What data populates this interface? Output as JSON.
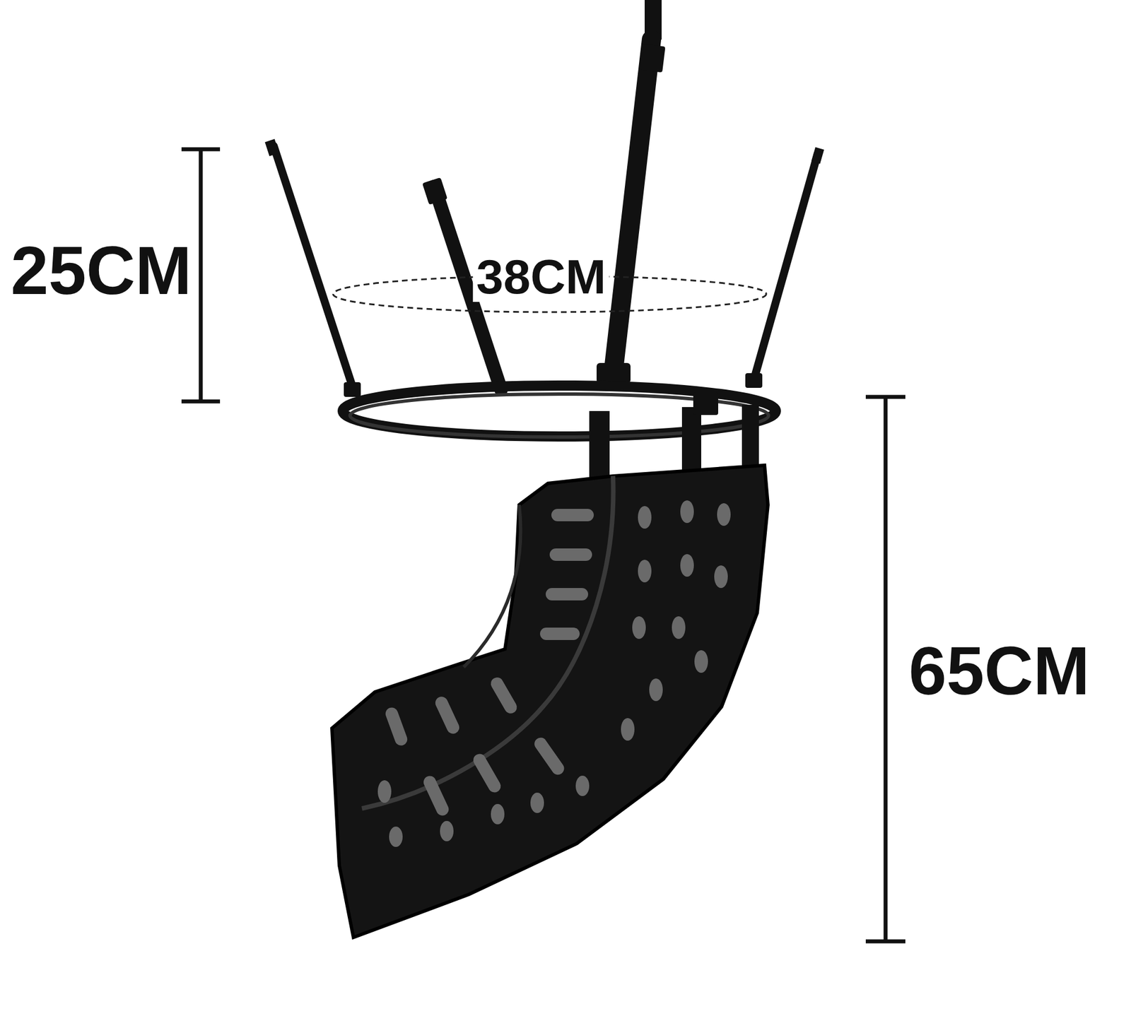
{
  "diagram": {
    "labels": [
      "25CM",
      "38CM",
      "65CM"
    ]
  }
}
